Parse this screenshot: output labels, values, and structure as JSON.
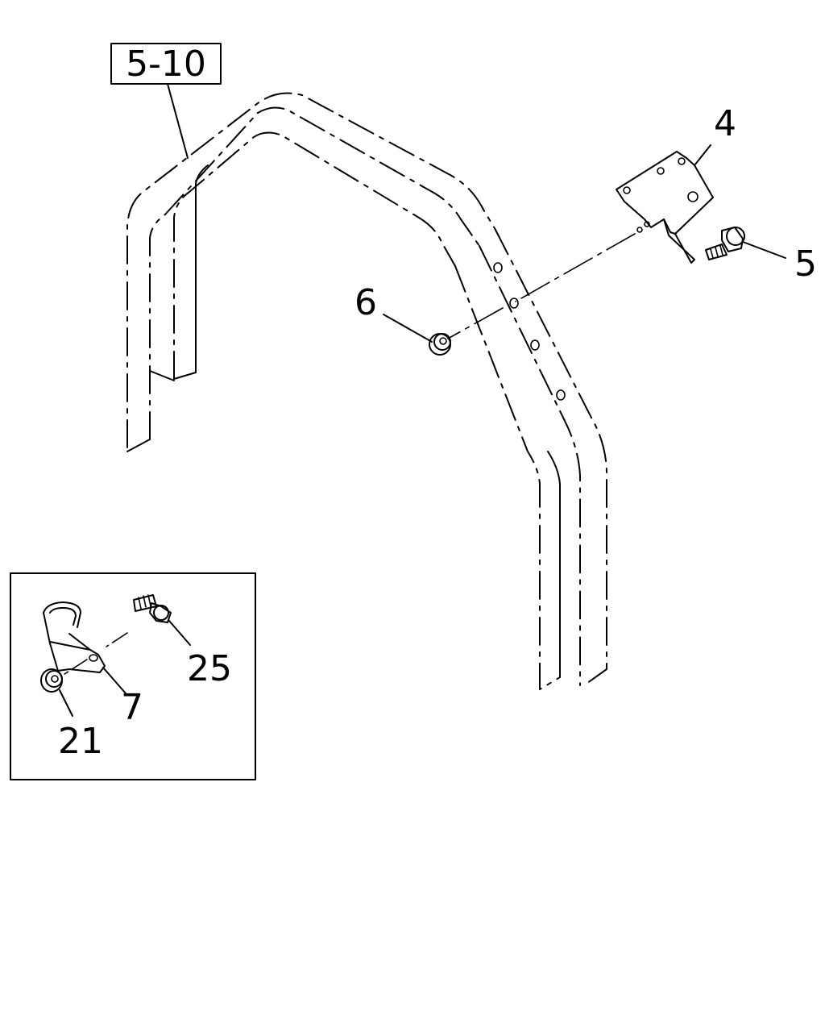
{
  "title_ref": "5-10",
  "callouts": {
    "bracket": "4",
    "bolt": "5",
    "nut": "6",
    "clip": "7",
    "flange_nut": "21",
    "clip_bolt": "25"
  }
}
